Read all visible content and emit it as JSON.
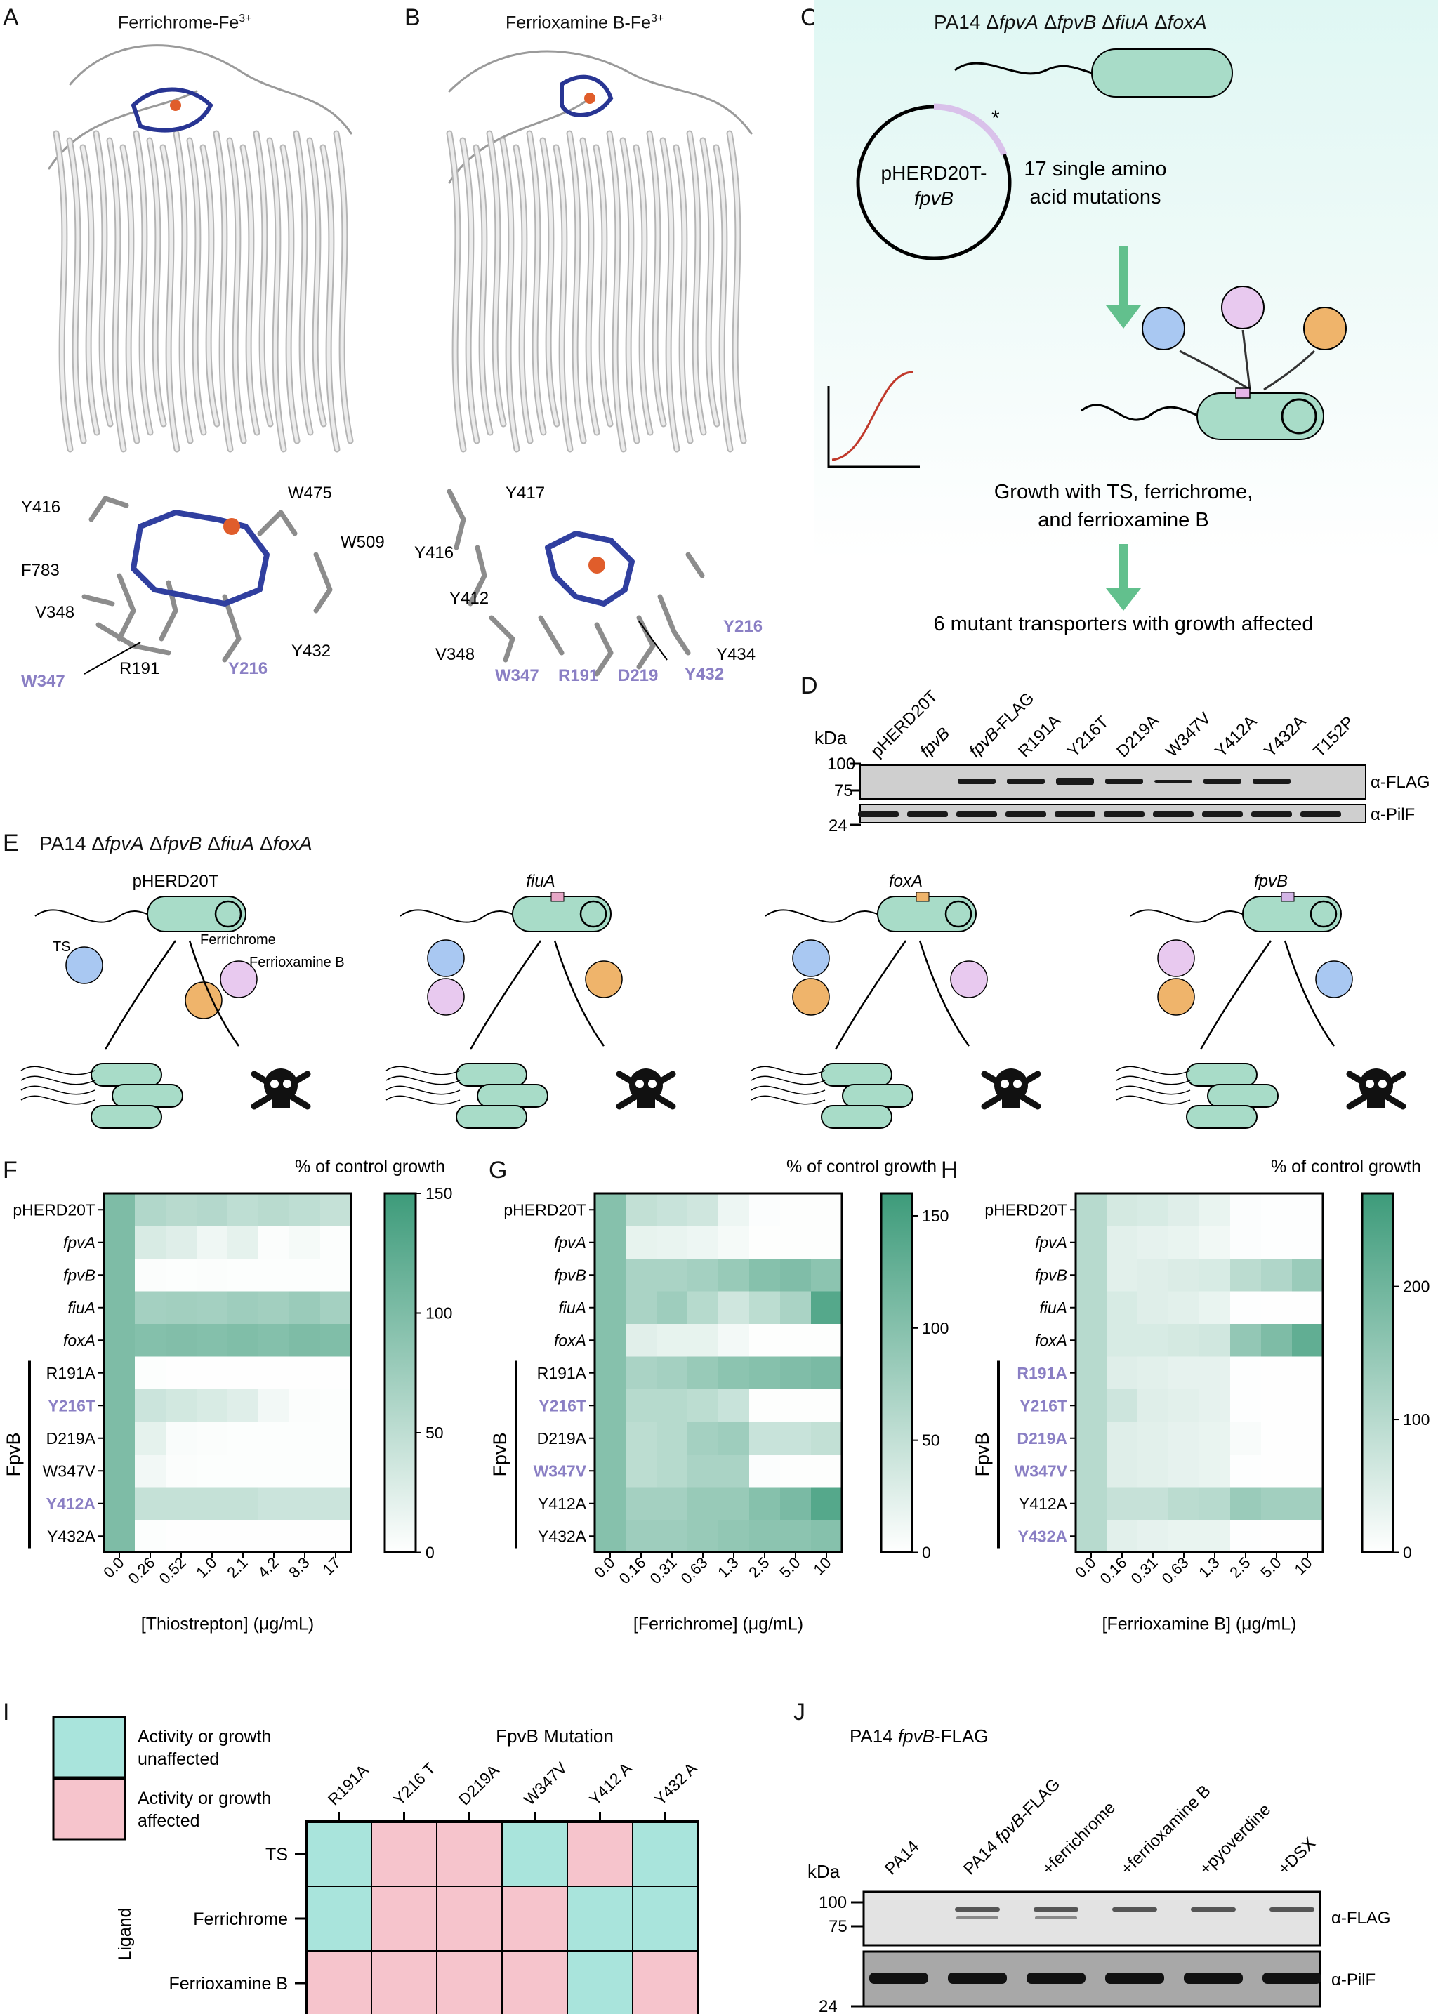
{
  "panels": {
    "A": {
      "letter": "A",
      "title": "Ferrichrome-Fe",
      "sup": "3+",
      "residues": [
        {
          "t": "Y416",
          "hl": false
        },
        {
          "t": "W475",
          "hl": false
        },
        {
          "t": "W509",
          "hl": false
        },
        {
          "t": "F783",
          "hl": false
        },
        {
          "t": "V348",
          "hl": false
        },
        {
          "t": "W347",
          "hl": true
        },
        {
          "t": "R191",
          "hl": false
        },
        {
          "t": "Y432",
          "hl": false
        },
        {
          "t": "Y216",
          "hl": true
        }
      ]
    },
    "B": {
      "letter": "B",
      "title": "Ferrioxamine B-Fe",
      "sup": "3+",
      "residues": [
        {
          "t": "Y417",
          "hl": false
        },
        {
          "t": "Y416",
          "hl": false
        },
        {
          "t": "Y412",
          "hl": false
        },
        {
          "t": "Y216",
          "hl": true
        },
        {
          "t": "V348",
          "hl": false
        },
        {
          "t": "W347",
          "hl": true
        },
        {
          "t": "Y434",
          "hl": false
        },
        {
          "t": "R191",
          "hl": true
        },
        {
          "t": "D219",
          "hl": true
        },
        {
          "t": "Y432",
          "hl": true
        }
      ]
    },
    "C": {
      "letter": "C",
      "strain": [
        "PA14 Δ",
        "fpvA",
        " Δ",
        "fpvB",
        " Δ",
        "fiuA",
        " Δ",
        "foxA"
      ],
      "plasmid_1": "pHERD20T-",
      "plasmid_2": "fpvB",
      "mutations_1": "17 single amino",
      "mutations_2": "acid mutations",
      "growth_1": "Growth with TS, ferrichrome,",
      "growth_2": "and ferrioxamine B",
      "result": "6 mutant transporters with growth affected"
    },
    "D": {
      "letter": "D",
      "kda": "kDa",
      "lanes": [
        {
          "t": "pHERD20T",
          "it": false
        },
        {
          "t": "fpvB",
          "it": true
        },
        {
          "t": "fpvB-FLAG",
          "it": "prefix"
        },
        {
          "t": "R191A",
          "it": false
        },
        {
          "t": "Y216T",
          "it": false
        },
        {
          "t": "D219A",
          "it": false
        },
        {
          "t": "W347V",
          "it": false
        },
        {
          "t": "Y412A",
          "it": false
        },
        {
          "t": "Y432A",
          "it": false
        },
        {
          "t": "T152P",
          "it": false
        }
      ],
      "markers": [
        "100",
        "75",
        "24"
      ],
      "blots": [
        "α-FLAG",
        "α-PilF"
      ]
    },
    "E": {
      "letter": "E",
      "strain": [
        "PA14 Δ",
        "fpvA",
        " Δ",
        "fpvB",
        " Δ",
        "fiuA",
        " Δ",
        "foxA"
      ],
      "groups": [
        {
          "title": "pHERD20T",
          "it": false
        },
        {
          "title": "fiuA",
          "it": true
        },
        {
          "title": "foxA",
          "it": true
        },
        {
          "title": "fpvB",
          "it": true
        }
      ],
      "ligands": [
        "TS",
        "Ferrichrome",
        "Ferrioxamine B"
      ]
    },
    "I": {
      "letter": "I",
      "legend": [
        {
          "l1": "Activity or growth",
          "l2": "unaffected",
          "color": "#a9e4dc"
        },
        {
          "l1": "Activity or growth",
          "l2": " affected",
          "color": "#f6c4cc"
        }
      ],
      "title": "FpvB Mutation",
      "columns": [
        "R191A",
        "Y216 T",
        "D219A",
        "W347V",
        "Y412 A",
        "Y432 A"
      ],
      "rows": [
        "TS",
        "Ferrichrome",
        "Ferrioxamine B"
      ],
      "ylabel": "Ligand",
      "grid": [
        [
          0,
          1,
          1,
          0,
          1,
          0
        ],
        [
          0,
          1,
          1,
          1,
          0,
          0
        ],
        [
          1,
          1,
          1,
          1,
          0,
          1
        ]
      ]
    },
    "J": {
      "letter": "J",
      "title_1": "PA14 ",
      "title_2": "fpvB",
      "title_3": "-FLAG",
      "kda": "kDa",
      "lanes": [
        "PA14",
        "PA14 fpvB-FLAG",
        "+ferrichrome",
        "+ferrioxamine B",
        "+pyoverdine",
        "+DSX"
      ],
      "markers": [
        "100",
        "75",
        "24"
      ],
      "blots": [
        "α-FLAG",
        "α-PilF"
      ]
    }
  },
  "chart_data": [
    {
      "type": "heatmap",
      "letter": "F",
      "title": "% of control growth",
      "xlabel": "[Thiostrepton] (μg/mL)",
      "x": [
        "0.0",
        "0.26",
        "0.52",
        "1.0",
        "2.1",
        "4.2",
        "8.3",
        "17"
      ],
      "rows": [
        {
          "t": "pHERD20T",
          "it": false,
          "hl": false
        },
        {
          "t": "fpvA",
          "it": true,
          "hl": false
        },
        {
          "t": "fpvB",
          "it": true,
          "hl": false
        },
        {
          "t": "fiuA",
          "it": true,
          "hl": false
        },
        {
          "t": "foxA",
          "it": true,
          "hl": false
        },
        {
          "t": "R191A",
          "it": false,
          "hl": false
        },
        {
          "t": "Y216T",
          "it": false,
          "hl": true
        },
        {
          "t": "D219A",
          "it": false,
          "hl": false
        },
        {
          "t": "W347V",
          "it": false,
          "hl": false
        },
        {
          "t": "Y412A",
          "it": false,
          "hl": true
        },
        {
          "t": "Y432A",
          "it": false,
          "hl": false
        }
      ],
      "group": "FpvB",
      "values": [
        [
          100,
          60,
          55,
          58,
          50,
          54,
          50,
          45
        ],
        [
          100,
          30,
          25,
          12,
          20,
          3,
          8,
          2
        ],
        [
          100,
          3,
          2,
          3,
          2,
          2,
          2,
          2
        ],
        [
          100,
          70,
          72,
          70,
          75,
          72,
          78,
          70
        ],
        [
          100,
          95,
          97,
          95,
          98,
          95,
          100,
          98
        ],
        [
          100,
          2,
          1,
          1,
          1,
          1,
          1,
          1
        ],
        [
          100,
          40,
          35,
          30,
          25,
          10,
          3,
          2
        ],
        [
          100,
          20,
          5,
          3,
          2,
          2,
          2,
          2
        ],
        [
          100,
          10,
          3,
          2,
          2,
          2,
          2,
          2
        ],
        [
          100,
          45,
          45,
          45,
          45,
          40,
          40,
          40
        ],
        [
          100,
          2,
          1,
          1,
          1,
          1,
          1,
          1
        ]
      ],
      "cbar": {
        "min": 0,
        "max": 150,
        "ticks": [
          0,
          50,
          100,
          150
        ]
      }
    },
    {
      "type": "heatmap",
      "letter": "G",
      "title": "% of control growth",
      "xlabel": "[Ferrichrome] (μg/mL)",
      "x": [
        "0.0",
        "0.16",
        "0.31",
        "0.63",
        "1.3",
        "2.5",
        "5.0",
        "10"
      ],
      "rows": [
        {
          "t": "pHERD20T",
          "it": false,
          "hl": false
        },
        {
          "t": "fpvA",
          "it": true,
          "hl": false
        },
        {
          "t": "fpvB",
          "it": true,
          "hl": false
        },
        {
          "t": "fiuA",
          "it": true,
          "hl": false
        },
        {
          "t": "foxA",
          "it": true,
          "hl": false
        },
        {
          "t": "R191A",
          "it": false,
          "hl": false
        },
        {
          "t": "Y216T",
          "it": false,
          "hl": true
        },
        {
          "t": "D219A",
          "it": false,
          "hl": false
        },
        {
          "t": "W347V",
          "it": false,
          "hl": true
        },
        {
          "t": "Y412A",
          "it": false,
          "hl": false
        },
        {
          "t": "Y432A",
          "it": false,
          "hl": false
        }
      ],
      "group": "FpvB",
      "values": [
        [
          100,
          50,
          45,
          40,
          15,
          3,
          2,
          2
        ],
        [
          100,
          20,
          18,
          15,
          8,
          2,
          2,
          2
        ],
        [
          100,
          70,
          70,
          75,
          85,
          100,
          105,
          95
        ],
        [
          100,
          70,
          80,
          60,
          40,
          55,
          70,
          140
        ],
        [
          100,
          25,
          20,
          20,
          10,
          2,
          2,
          2
        ],
        [
          100,
          70,
          75,
          85,
          95,
          100,
          105,
          110
        ],
        [
          100,
          60,
          60,
          55,
          45,
          2,
          2,
          2
        ],
        [
          100,
          55,
          60,
          75,
          80,
          45,
          45,
          50
        ],
        [
          100,
          55,
          60,
          70,
          70,
          3,
          2,
          2
        ],
        [
          100,
          75,
          75,
          85,
          85,
          100,
          110,
          140
        ],
        [
          100,
          80,
          80,
          85,
          90,
          95,
          95,
          100
        ]
      ],
      "cbar": {
        "min": 0,
        "max": 160,
        "ticks": [
          0,
          50,
          100,
          150
        ]
      }
    },
    {
      "type": "heatmap",
      "letter": "H",
      "title": "% of control growth",
      "xlabel": "[Ferrioxamine B] (μg/mL)",
      "x": [
        "0.0",
        "0.16",
        "0.31",
        "0.63",
        "1.3",
        "2.5",
        "5.0",
        "10"
      ],
      "rows": [
        {
          "t": "pHERD20T",
          "it": false,
          "hl": false
        },
        {
          "t": "fpvA",
          "it": true,
          "hl": false
        },
        {
          "t": "fpvB",
          "it": true,
          "hl": false
        },
        {
          "t": "fiuA",
          "it": true,
          "hl": false
        },
        {
          "t": "foxA",
          "it": true,
          "hl": false
        },
        {
          "t": "R191A",
          "it": false,
          "hl": true
        },
        {
          "t": "Y216T",
          "it": false,
          "hl": true
        },
        {
          "t": "D219A",
          "it": false,
          "hl": true
        },
        {
          "t": "W347V",
          "it": false,
          "hl": true
        },
        {
          "t": "Y412A",
          "it": false,
          "hl": false
        },
        {
          "t": "Y432A",
          "it": false,
          "hl": true
        }
      ],
      "group": "FpvB",
      "values": [
        [
          100,
          60,
          55,
          45,
          30,
          5,
          3,
          3
        ],
        [
          100,
          40,
          35,
          30,
          20,
          5,
          3,
          3
        ],
        [
          100,
          40,
          45,
          50,
          55,
          95,
          110,
          140
        ],
        [
          100,
          55,
          45,
          40,
          30,
          3,
          2,
          2
        ],
        [
          100,
          55,
          55,
          60,
          65,
          150,
          180,
          220
        ],
        [
          100,
          45,
          40,
          35,
          35,
          3,
          2,
          2
        ],
        [
          100,
          70,
          45,
          40,
          35,
          3,
          2,
          2
        ],
        [
          100,
          45,
          40,
          35,
          30,
          10,
          2,
          2
        ],
        [
          100,
          45,
          40,
          35,
          30,
          3,
          2,
          2
        ],
        [
          100,
          80,
          80,
          95,
          100,
          140,
          130,
          130
        ],
        [
          100,
          40,
          35,
          30,
          30,
          3,
          2,
          2
        ]
      ],
      "cbar": {
        "min": 0,
        "max": 270,
        "ticks": [
          0,
          100,
          200
        ]
      }
    }
  ]
}
